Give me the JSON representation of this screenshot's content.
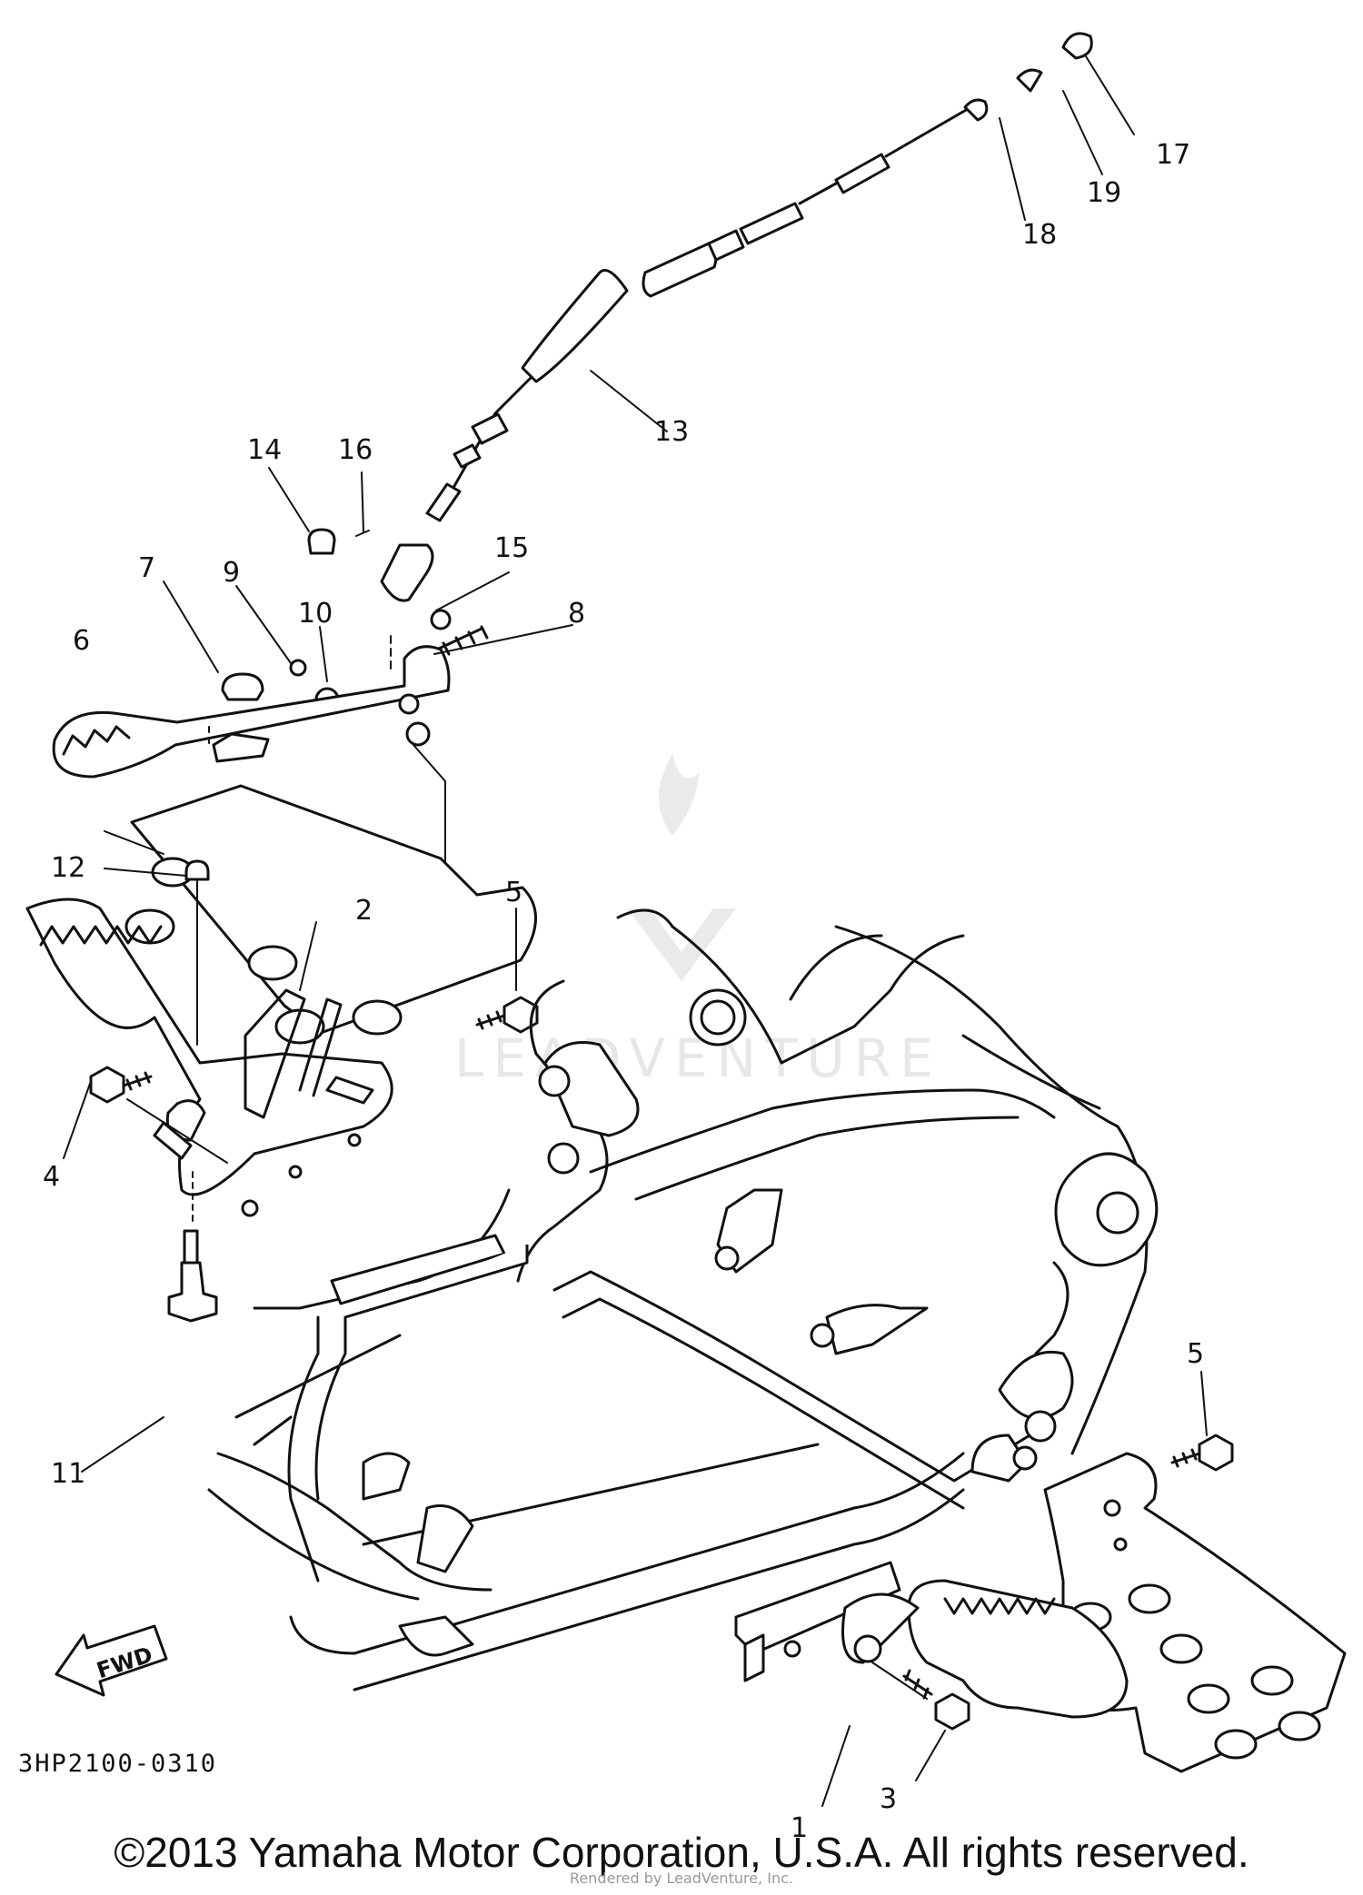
{
  "diagram": {
    "callouts": [
      {
        "id": "c1",
        "label": "1"
      },
      {
        "id": "c2",
        "label": "2"
      },
      {
        "id": "c3",
        "label": "3"
      },
      {
        "id": "c4",
        "label": "4"
      },
      {
        "id": "c5a",
        "label": "5"
      },
      {
        "id": "c5b",
        "label": "5"
      },
      {
        "id": "c6",
        "label": "6"
      },
      {
        "id": "c7",
        "label": "7"
      },
      {
        "id": "c8",
        "label": "8"
      },
      {
        "id": "c9",
        "label": "9"
      },
      {
        "id": "c10",
        "label": "10"
      },
      {
        "id": "c11",
        "label": "11"
      },
      {
        "id": "c12",
        "label": "12"
      },
      {
        "id": "c13",
        "label": "13"
      },
      {
        "id": "c14",
        "label": "14"
      },
      {
        "id": "c15",
        "label": "15"
      },
      {
        "id": "c16",
        "label": "16"
      },
      {
        "id": "c17",
        "label": "17"
      },
      {
        "id": "c18",
        "label": "18"
      },
      {
        "id": "c19",
        "label": "19"
      }
    ],
    "fwd_label": "FWD",
    "diagram_code": "3HP2100-0310",
    "watermark": "LEADVENTURE"
  },
  "footer": {
    "copyright": "©2013 Yamaha Motor Corporation, U.S.A. All rights reserved.",
    "rendered_by": "Rendered by LeadVenture, Inc."
  }
}
